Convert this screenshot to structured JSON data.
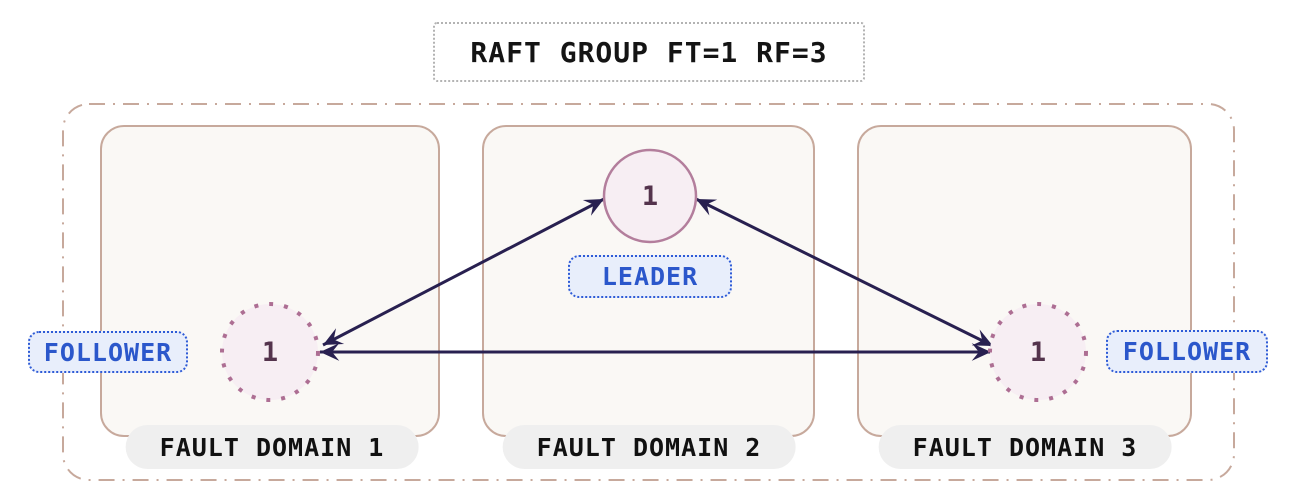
{
  "title": {
    "label": "RAFT GROUP FT=1 RF=3"
  },
  "group": {
    "domains": [
      {
        "label": "FAULT DOMAIN 1",
        "node": {
          "value": "1",
          "role": "FOLLOWER"
        }
      },
      {
        "label": "FAULT DOMAIN 2",
        "node": {
          "value": "1",
          "role": "LEADER"
        }
      },
      {
        "label": "FAULT DOMAIN 3",
        "node": {
          "value": "1",
          "role": "FOLLOWER"
        }
      }
    ]
  },
  "edges": [
    {
      "from": "leader",
      "to": "follower-1",
      "bidirectional": true
    },
    {
      "from": "leader",
      "to": "follower-2",
      "bidirectional": true
    },
    {
      "from": "follower-1",
      "to": "follower-2",
      "bidirectional": true
    }
  ],
  "colors": {
    "domain_border": "#c7a99c",
    "domain_fill": "#faf8f5",
    "outer_border": "#c7a99c",
    "title_border": "#b3b3b3",
    "title_text": "#141414",
    "leader_border": "#b37e9c",
    "follower_dot_border": "#ad6e93",
    "node_fill": "#f7eef3",
    "node_text": "#54334c",
    "badge_fill": "#e8eefb",
    "badge_border": "#2e5bd6",
    "badge_text": "#2b57cb",
    "arrow": "#282050",
    "pill_fill": "#efefef",
    "pill_text": "#111111",
    "canvas_bg": "#ffffff"
  }
}
